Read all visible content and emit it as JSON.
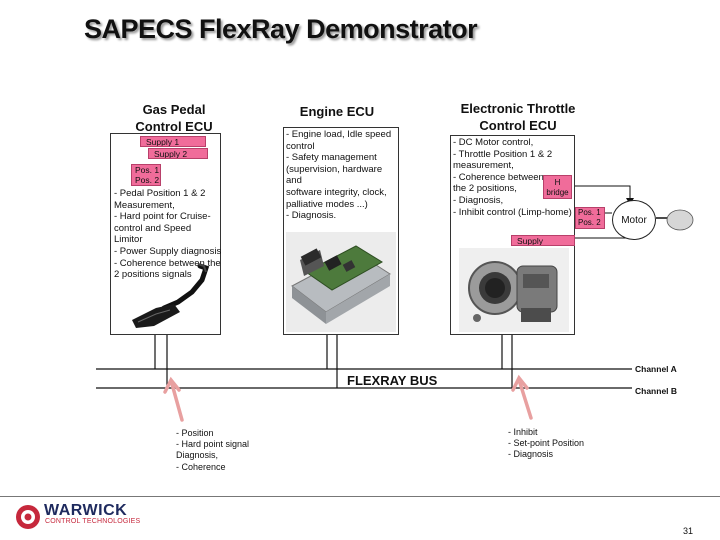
{
  "title": "SAPECS FlexRay Demonstrator",
  "gas_pedal": {
    "header_line1": "Gas Pedal",
    "header_line2": "Control ECU",
    "supply1": "Supply 1",
    "supply2": "Supply 2",
    "pos1": "Pos. 1",
    "pos2": "Pos. 2",
    "description": "- Pedal Position 1 & 2\nMeasurement,\n- Hard point for Cruise-\ncontrol and Speed Limitor\n- Power Supply diagnosis\n- Coherence between the\n2 positions signals"
  },
  "engine_ecu": {
    "header": "Engine ECU",
    "description": "- Engine load, Idle speed\ncontrol\n- Safety management\n(supervision, hardware and\nsoftware integrity, clock,\npalliative modes ...)\n- Diagnosis."
  },
  "throttle": {
    "header_line1": "Electronic Throttle",
    "header_line2": "Control ECU",
    "description": "- DC Motor control,\n- Throttle Position 1 & 2\nmeasurement,\n- Coherence between\nthe 2 positions,\n- Diagnosis,\n- Inhibit control (Limp-home)",
    "hbridge": "H\nbridge",
    "pos1": "Pos. 1",
    "pos2": "Pos. 2",
    "supply": "Supply",
    "motor": "Motor"
  },
  "bus": {
    "label": "FLEXRAY BUS",
    "channel_a": "Channel A",
    "channel_b": "Channel B"
  },
  "signals_left": "- Position\n- Hard point signal\nDiagnosis,\n- Coherence",
  "signals_right": "- Inhibit\n- Set-point Position\n- Diagnosis",
  "footer": {
    "logo_main": "WARWICK",
    "logo_sub": "CONTROL TECHNOLOGIES",
    "page_number": "31"
  },
  "colors": {
    "pink": "#f06c9a",
    "logo_blue": "#1e2a5e",
    "logo_red": "#c6283c",
    "arrow": "#e8a0a0"
  },
  "icons": [
    "pedal-photo",
    "engine-ecu-photo",
    "throttle-body-photo",
    "warwick-logo-icon",
    "motor-shaft-icon"
  ]
}
